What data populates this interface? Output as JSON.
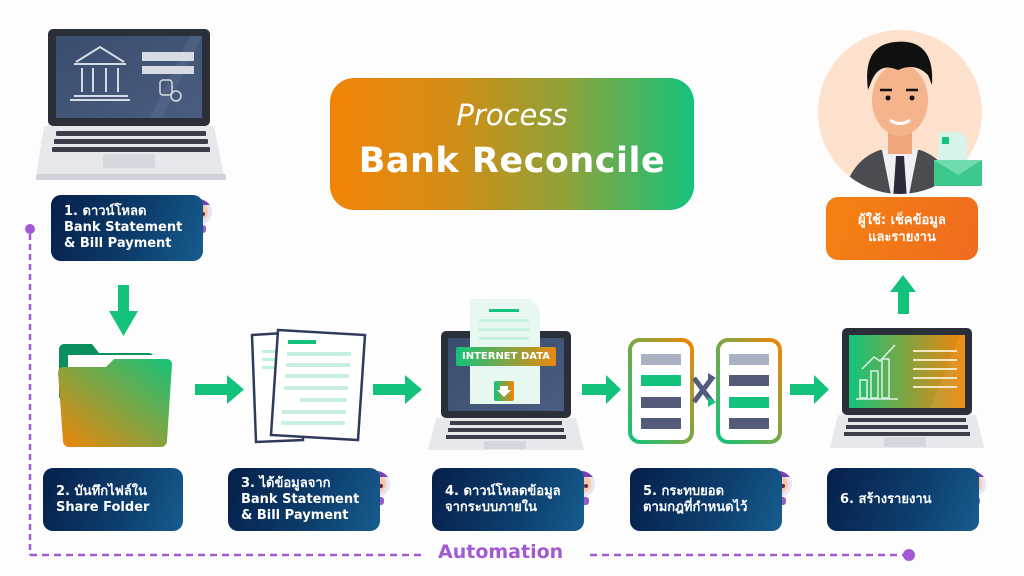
{
  "title": {
    "subtitle": "Process",
    "main": "Bank Reconcile"
  },
  "steps": [
    {
      "number": 1,
      "label": "1. ดาวน์โหลด\nBank Statement\n& Bill Payment",
      "icon": "bank-laptop-icon"
    },
    {
      "number": 2,
      "label": "2. บันทึกไฟล์ใน\nShare Folder",
      "icon": "folder-icon"
    },
    {
      "number": 3,
      "label": "3. ได้ข้อมูลจาก\nBank Statement\n& Bill Payment",
      "icon": "documents-icon"
    },
    {
      "number": 4,
      "label": "4. ดาวน์โหลดข้อมูล\nจากระบบภายใน",
      "icon": "internet-data-laptop-icon"
    },
    {
      "number": 5,
      "label": "5. กระทบยอด\nตามกฎที่กำหนดไว้",
      "icon": "reconcile-lists-icon"
    },
    {
      "number": 6,
      "label": "6. สร้างรายงาน",
      "icon": "report-laptop-icon"
    }
  ],
  "internet_data_label": "INTERNET DATA",
  "user": {
    "label": "ผู้ใช้: เช็คข้อมูล\nและรายงาน",
    "icon": "businessman-avatar-icon"
  },
  "automation_label": "Automation",
  "colors": {
    "accent_green": "#14c37b",
    "accent_orange": "#f28407",
    "step_navy": "#0d3f6e",
    "automation_purple": "#a25ad3"
  }
}
